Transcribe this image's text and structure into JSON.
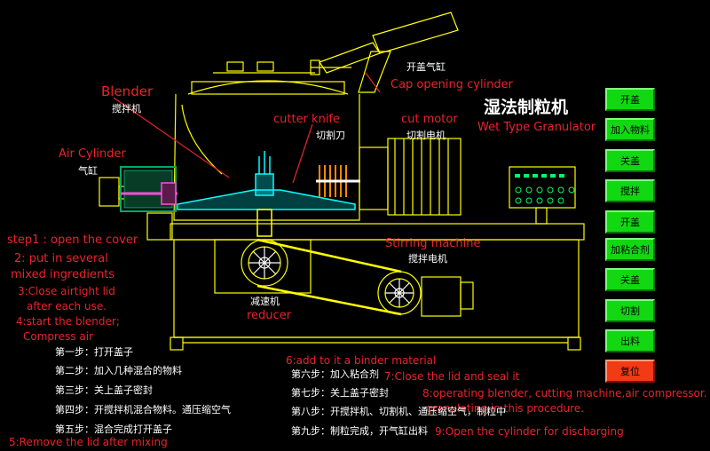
{
  "title_cn": "湿法制粒机",
  "title_en": "Wet Type Granulator",
  "labels": {
    "blender_en": "Blender",
    "blender_cn": "搅拌机",
    "cutter_knife_en": "cutter knife",
    "cutter_knife_cn": "切割刀",
    "cut_motor_en": "cut motor",
    "cut_motor_cn": "切割电机",
    "cap_cyl_cn": "开盖气缸",
    "cap_cyl_en": "Cap opening cylinder",
    "air_cyl_en": "Air Cylinder",
    "air_cyl_cn": "气缸",
    "stirring_en": "Stirring machine",
    "stirring_cn": "搅拌电机",
    "reducer_cn": "减速机",
    "reducer_en": "reducer"
  },
  "steps_en": {
    "s1": "step1 : open the cover",
    "s2a": "2: put in several",
    "s2b": "mixed ingredients",
    "s3a": "3:Close airtight lid",
    "s3b": "after each use.",
    "s4a": "4:start the blender;",
    "s4b": "Compress air",
    "s5": "5:Remove the lid after mixing",
    "s6": "6:add to it a binder material",
    "s7": "7:Close the lid and seal it",
    "s8a": "8:operating blender, cutting machine,air compressor.",
    "s8b": "granulating in this procedure.",
    "s9": "9:Open the cylinder for discharging"
  },
  "steps_cn": {
    "c1": "第一步：打开盖子",
    "c2": "第二步：加入几种混合的物料",
    "c3": "第三步：关上盖子密封",
    "c4": "第四步：开搅拌机混合物料。通压缩空气",
    "c5": "第五步：混合完成打开盖子",
    "c6": "第六步：加入粘合剂",
    "c7": "第七步：关上盖子密封",
    "c8": "第八步：开搅拌机、切割机、通压缩空气，制粒中",
    "c9": "第九步：制粒完成，开气缸出料"
  },
  "buttons": [
    "开盖",
    "加入物料",
    "关盖",
    "搅拌",
    "开盖",
    "加粘合剂",
    "关盖",
    "切割",
    "出料",
    "复位"
  ],
  "colors": {
    "background": "#000000",
    "line": "#ffff00",
    "label_red": "#e8242b",
    "button_green": "#11d811",
    "button_red": "#f23a14",
    "blade": "#00ffff",
    "housing": "#00a86b",
    "flange": "#ff4fd8"
  }
}
